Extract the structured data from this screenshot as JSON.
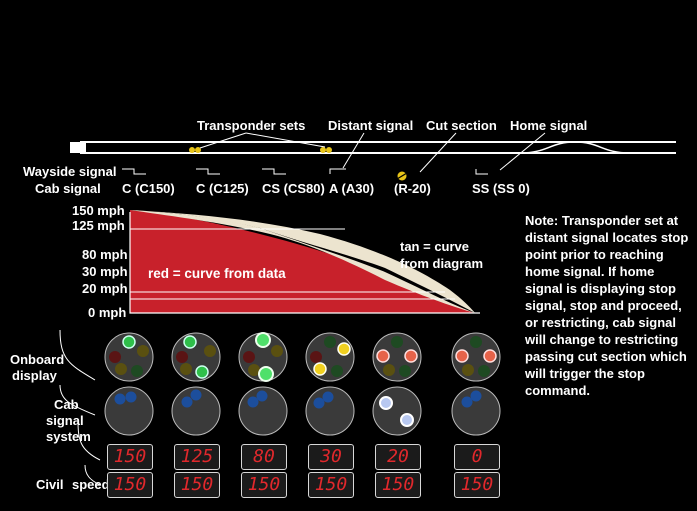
{
  "labels": {
    "transponder_sets": "Transponder sets",
    "distant_signal": "Distant signal",
    "cut_section": "Cut section",
    "home_signal": "Home signal",
    "wayside_signal": "Wayside signal",
    "cab_signal": "Cab signal",
    "onboard": "Onboard",
    "display": "display",
    "cab": "Cab",
    "signal": "signal",
    "system": "system",
    "civil": "Civil",
    "speed": "speed"
  },
  "cab_signals": [
    "C (C150)",
    "C (C125)",
    "CS (CS80)",
    "A (A30)",
    "(R-20)",
    "SS (SS 0)"
  ],
  "speed_axis": [
    "150 mph",
    "125 mph",
    "80 mph",
    "30 mph",
    "20 mph",
    "0 mph"
  ],
  "curve_labels": {
    "red": "red = curve from data",
    "tan_line1": "tan = curve",
    "tan_line2": "from diagram"
  },
  "note": "Note: Transponder set at distant signal locates stop point prior to reaching home signal. If home signal is displaying stop signal, stop and proceed, or restricting, cab signal will change to restricting passing cut section which will trigger the stop command.",
  "cab_speed_readouts": [
    "150",
    "125",
    "80",
    "30",
    "20",
    "0"
  ],
  "civil_speed_readouts": [
    "150",
    "150",
    "150",
    "150",
    "150",
    "150"
  ],
  "colors": {
    "red_curve": "#c8212b",
    "tan_curve": "#ece4cf",
    "led_digits": "#e0282c",
    "lamp_green": "#2fbf4a",
    "lamp_red": "#c42a2a",
    "lamp_yellow": "#f0d020",
    "lamp_blue": "#1c4e9c"
  }
}
